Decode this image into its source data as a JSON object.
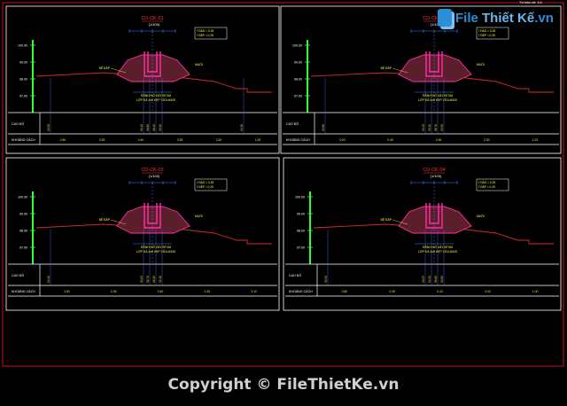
{
  "watermark": {
    "logo_part1": "File",
    "logo_part2": "Thiết Kế",
    "logo_suffix": ".vn",
    "copyright": "Copyright © FileThietKe.vn"
  },
  "drawing": {
    "header_note": "Tờ bản vẽ: 1/1",
    "panels": [
      {
        "id": "p1",
        "title": "CD-CK-01",
        "scale": "(1/100)",
        "slope_notes": [
          "I' ĐÀO = 0.25",
          "I' ĐẮP = 0.25"
        ],
        "label_left": "BỆ ĐẮP",
        "label_right": "MUỐI",
        "note_lines": [
          "RÃNH HỞ XÂY BTXM",
          "LỚP ĐÁ 4x6 KẸP VỮA M100"
        ],
        "row_labels": [
          "CAO ĐỘ",
          "KHOẢNG CÁCH"
        ],
        "elev_values": [
          "99.50",
          "99.15",
          "98.80",
          "98.40",
          "99.20",
          "99.30"
        ],
        "dist_values": [
          "2.80",
          "0.35",
          "0.40",
          "0.35",
          "3.20",
          "1.00"
        ],
        "y_ticks": [
          "100.00",
          "99.00",
          "98.00",
          "97.00"
        ]
      },
      {
        "id": "p2",
        "title": "CD-CK-02",
        "scale": "(1/100)",
        "slope_notes": [
          "I' ĐÀO = 0.25",
          "I' ĐẮP = 0.25"
        ],
        "label_left": "BỆ ĐẮP",
        "label_right": "MUỐI",
        "note_lines": [
          "RÃNH HỞ XÂY BTXM",
          "LỚP ĐÁ 4x6 KẸP VỮA M100"
        ],
        "row_labels": [
          "CAO ĐỘ",
          "KHOẢNG CÁCH"
        ],
        "elev_values": [
          "99.80",
          "99.45",
          "99.10",
          "98.70",
          "99.50"
        ],
        "dist_values": [
          "3.20",
          "0.40",
          "0.35",
          "2.90",
          "1.20"
        ],
        "y_ticks": [
          "100.00",
          "99.00",
          "98.00",
          "97.00"
        ]
      },
      {
        "id": "p3",
        "title": "CD-CK-03",
        "scale": "(1/100)",
        "slope_notes": [
          "I' ĐÀO = 0.25",
          "I' ĐẮP = 0.25"
        ],
        "label_left": "BỆ ĐẮP",
        "label_right": "MUỐI",
        "note_lines": [
          "RÃNH HỞ XÂY BTXM",
          "LỚP ĐÁ 4x6 KẸP VỮA M100"
        ],
        "row_labels": [
          "CAO ĐỘ",
          "KHOẢNG CÁCH"
        ],
        "elev_values": [
          "99.40",
          "99.05",
          "98.70",
          "98.30",
          "99.10"
        ],
        "dist_values": [
          "2.80",
          "0.35",
          "0.40",
          "0.35",
          "3.10"
        ],
        "y_ticks": [
          "100.00",
          "99.00",
          "98.00",
          "97.00"
        ]
      },
      {
        "id": "p4",
        "title": "CD-CK-04",
        "scale": "(1/100)",
        "slope_notes": [
          "I' ĐÀO = 0.25",
          "I' ĐẮP = 0.25"
        ],
        "label_left": "BỆ ĐẮP",
        "label_right": "MUỐI",
        "note_lines": [
          "RÃNH HỞ XÂY BTXM",
          "LỚP ĐÁ 4x6 KẸP VỮA M100"
        ],
        "row_labels": [
          "CAO ĐỘ",
          "KHOẢNG CÁCH"
        ],
        "elev_values": [
          "99.90",
          "99.55",
          "99.20",
          "98.80",
          "99.60"
        ],
        "dist_values": [
          "3.80",
          "0.35",
          "0.40",
          "3.00",
          "1.00"
        ],
        "y_ticks": [
          "100.00",
          "99.00",
          "98.00",
          "97.00"
        ]
      }
    ]
  },
  "colors": {
    "frame": "#ffffff",
    "border_red": "#c8141e",
    "ground": "#d42b2b",
    "structure": "#ff2fa8",
    "rock_fill": "#5a1f2a",
    "dim": "#4a7bff",
    "note": "#ffff3a",
    "axis_green": "#2cff3a",
    "table_text": "#ffd84a"
  }
}
